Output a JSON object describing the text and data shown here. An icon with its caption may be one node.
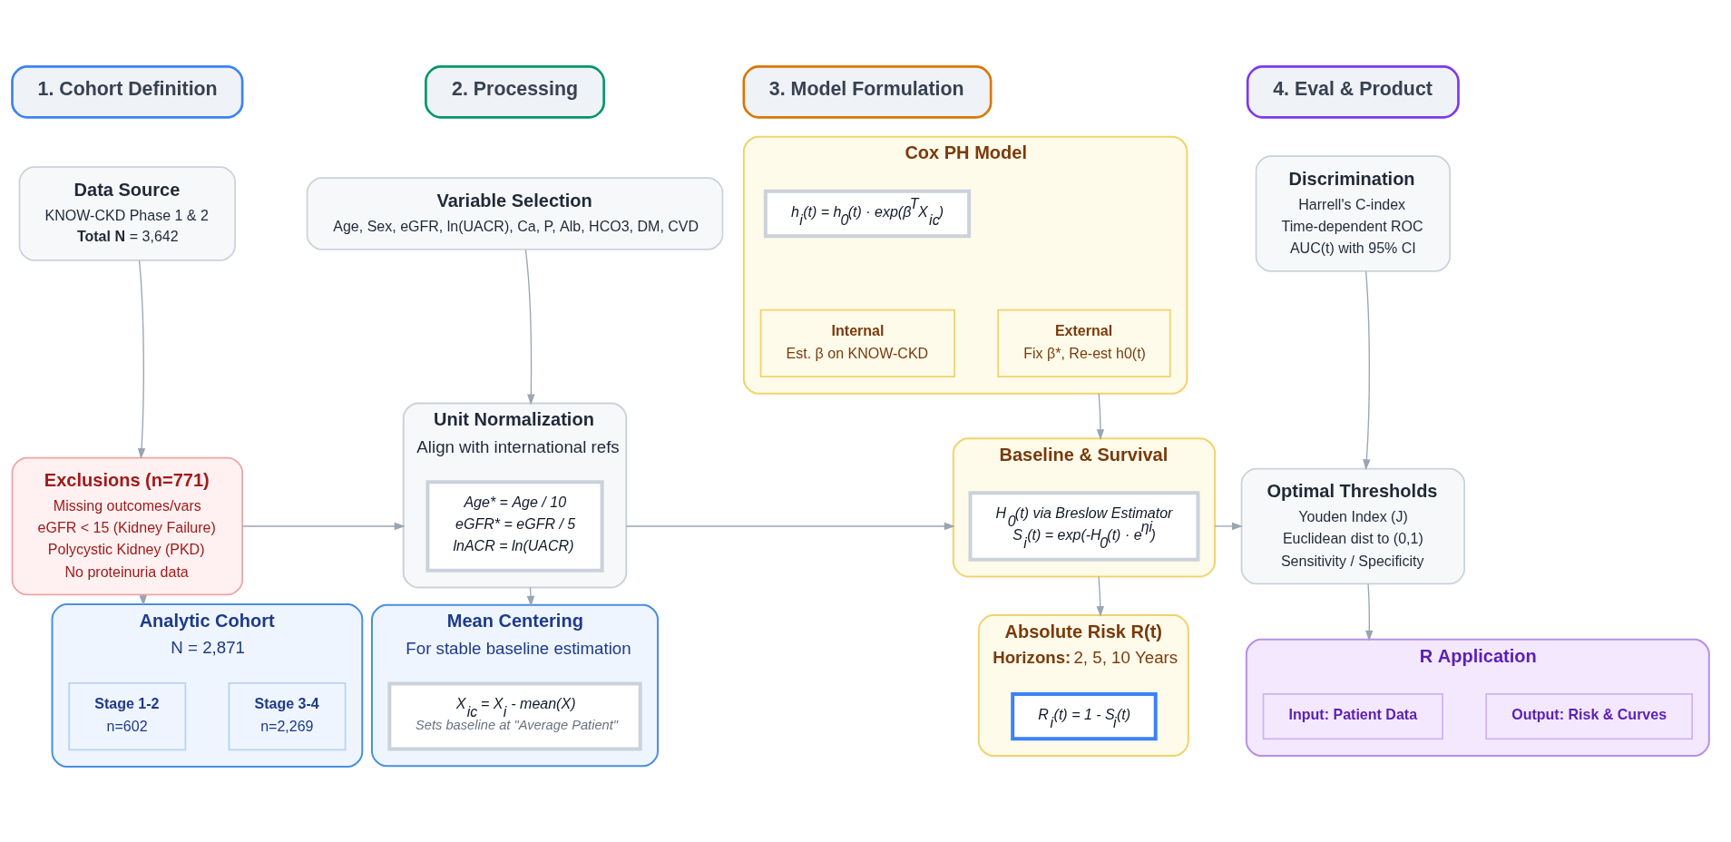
{
  "diagram": {
    "nodes": [
      {
        "text": [
          "1. Cohort Definition"
        ]
      },
      {
        "text": [
          "Data Source",
          "KNOW-CKD Phase 1 & 2",
          "**Total N** = 3,642"
        ]
      },
      {
        "text": [
          "Exclusions (n=771)",
          "Missing outcomes/vars",
          "eGFR < 15 (Kidney Failure)",
          "Polycystic Kidney (PKD)",
          "No proteinuria data"
        ]
      },
      {
        "text": [
          "Analytic Cohort",
          "N = 2,871"
        ]
      },
      {
        "text": [
          "Stage 1-2",
          "n=602"
        ],
        "in": 3
      },
      {
        "text": [
          "Stage 3-4",
          "n=2,269"
        ],
        "in": 3
      },
      {
        "text": [
          "2. Processing"
        ]
      },
      {
        "text": [
          "Variable Selection",
          "Age, Sex, eGFR, ln(UACR), Ca, P, Alb, HCO3, DM, CVD"
        ]
      },
      {
        "text": [
          "Unit Normalization",
          "Align with international refs"
        ]
      },
      {
        "text": [
          "Age* = Age / 10",
          "eGFR* = eGFR / 5",
          "lnACR = ln(UACR)"
        ],
        "in": 8
      },
      {
        "text": [
          "Mean Centering",
          "For stable baseline estimation"
        ]
      },
      {
        "text": [
          "X$_{ic}$ = X$_{i}$ - mean(X)",
          "Sets baseline at \"Average Patient\""
        ],
        "in": 10
      },
      {
        "text": [
          "3. Model Formulation"
        ]
      },
      {
        "text": [
          "Cox PH Model"
        ]
      },
      {
        "text": [
          "h$_{i}$(t) = h$_{0}$(t) · exp(β$^{T}$X$_{ic}$)"
        ],
        "in": 13
      },
      {
        "text": [
          "Internal",
          "Est. β on KNOW-CKD"
        ],
        "in": 13
      },
      {
        "text": [
          "External",
          "Fix β*, Re-est h0(t)"
        ],
        "in": 13
      },
      {
        "text": [
          "Baseline & Survival"
        ]
      },
      {
        "text": [
          "H$_{0}$(t) via Breslow Estimator",
          "S$_{i}$(t) = exp(-H$_{0}$(t) · e$^{ηi}$)"
        ],
        "in": 17
      },
      {
        "text": [
          "Absolute Risk R(t)",
          "**Horizons:** 2, 5, 10 Years"
        ]
      },
      {
        "text": [
          "R$_{i}$(t) = 1 - S$_{i}$(t)"
        ],
        "in": 19
      },
      {
        "text": [
          "4. Eval & Product"
        ]
      },
      {
        "text": [
          "Discrimination",
          "Harrell's C-index",
          "Time-dependent ROC",
          "AUC(t) with 95% CI"
        ]
      },
      {
        "text": [
          "Optimal Thresholds",
          "Youden Index (J)",
          "Euclidean dist to (0,1)",
          "Sensitivity / Specificity"
        ]
      },
      {
        "text": [
          "R Application"
        ]
      },
      {
        "text": [
          "Input: Patient Data"
        ],
        "in": 24
      },
      {
        "text": [
          "Output: Risk & Curves"
        ],
        "in": 24
      }
    ],
    "edges": [
      {
        "from": 1,
        "to": 2,
        "arrow": "to"
      },
      {
        "from": 2,
        "to": 3,
        "arrow": "to"
      },
      {
        "from": 7,
        "to": 8,
        "arrow": "to"
      },
      {
        "from": 8,
        "to": 10,
        "arrow": "to"
      },
      {
        "from": 13,
        "to": 17,
        "arrow": "to"
      },
      {
        "from": 17,
        "to": 19,
        "arrow": "to"
      },
      {
        "from": 22,
        "to": 23,
        "arrow": "to"
      },
      {
        "from": 23,
        "to": 24,
        "arrow": "to"
      },
      {
        "from": 2,
        "to": 8,
        "arrow": "to"
      },
      {
        "from": 8,
        "to": 17,
        "arrow": "to"
      },
      {
        "from": 17,
        "to": 23,
        "arrow": "to"
      }
    ]
  }
}
